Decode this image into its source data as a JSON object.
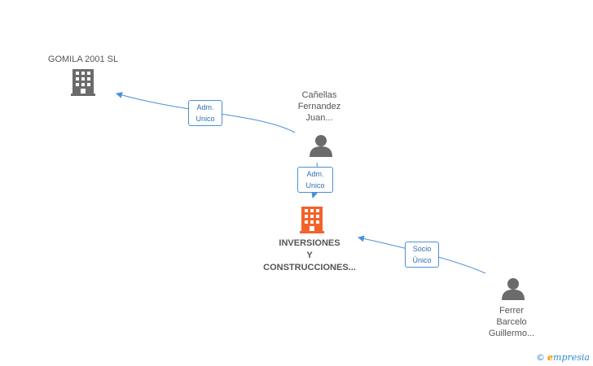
{
  "nodes": {
    "gomila": {
      "label": "GOMILA 2001 SL",
      "kind": "company"
    },
    "canellas": {
      "label": "Cañellas\nFernandez\nJuan...",
      "kind": "person"
    },
    "inversiones": {
      "label": "INVERSIONES\nY\nCONSTRUCCIONES...",
      "kind": "company-main"
    },
    "ferrer": {
      "label": "Ferrer\nBarcelo\nGuillermo...",
      "kind": "person"
    }
  },
  "edges": {
    "adm_gomila": {
      "label": "Adm.\nUnico",
      "from": "canellas",
      "to": "gomila"
    },
    "adm_inversiones": {
      "label": "Adm.\nUnico",
      "from": "canellas",
      "to": "inversiones"
    },
    "socio": {
      "label": "Socio\nÚnico",
      "from": "ferrer",
      "to": "inversiones"
    }
  },
  "colors": {
    "company": "#6b6b6b",
    "company_main": "#f4622a",
    "person": "#6b6b6b",
    "edge": "#4a90d9"
  },
  "watermark": {
    "symbol": "©",
    "brand_initial": "e",
    "brand_rest": "mpresia"
  }
}
